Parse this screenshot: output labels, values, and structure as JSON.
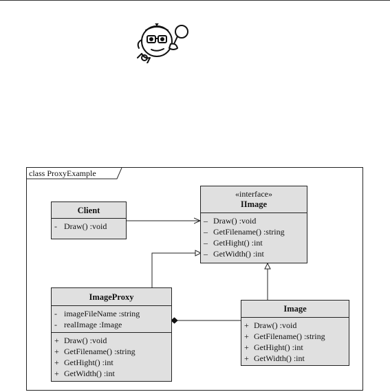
{
  "diagram": {
    "frame_label": "class ProxyExample",
    "classes": {
      "client": {
        "name": "Client",
        "members": [
          {
            "vis": "-",
            "sig": "Draw()  :void"
          }
        ]
      },
      "iimage": {
        "stereotype": "«interface»",
        "name": "IImage",
        "members": [
          {
            "vis": "–",
            "sig": "Draw()  :void"
          },
          {
            "vis": "–",
            "sig": "GetFilename()  :string"
          },
          {
            "vis": "–",
            "sig": "GetHight()  :int"
          },
          {
            "vis": "–",
            "sig": "GetWidth()  :int"
          }
        ]
      },
      "imageproxy": {
        "name": "ImageProxy",
        "attributes": [
          {
            "vis": "-",
            "sig": "imageFileName  :string"
          },
          {
            "vis": "-",
            "sig": "realImage  :Image"
          }
        ],
        "operations": [
          {
            "vis": "+",
            "sig": "Draw()  :void"
          },
          {
            "vis": "+",
            "sig": "GetFilename()  :string"
          },
          {
            "vis": "+",
            "sig": "GetHight()  :int"
          },
          {
            "vis": "+",
            "sig": "GetWidth()  :int"
          }
        ]
      },
      "image": {
        "name": "Image",
        "operations": [
          {
            "vis": "+",
            "sig": "Draw()  :void"
          },
          {
            "vis": "+",
            "sig": "GetFilename()  :string"
          },
          {
            "vis": "+",
            "sig": "GetHight()  :int"
          },
          {
            "vis": "+",
            "sig": "GetWidth()  :int"
          }
        ]
      }
    },
    "relations": [
      {
        "from": "Client",
        "to": "IImage",
        "kind": "dependency"
      },
      {
        "from": "ImageProxy",
        "to": "IImage",
        "kind": "realization"
      },
      {
        "from": "Image",
        "to": "IImage",
        "kind": "realization"
      },
      {
        "from": "ImageProxy",
        "to": "Image",
        "kind": "composition"
      }
    ]
  }
}
